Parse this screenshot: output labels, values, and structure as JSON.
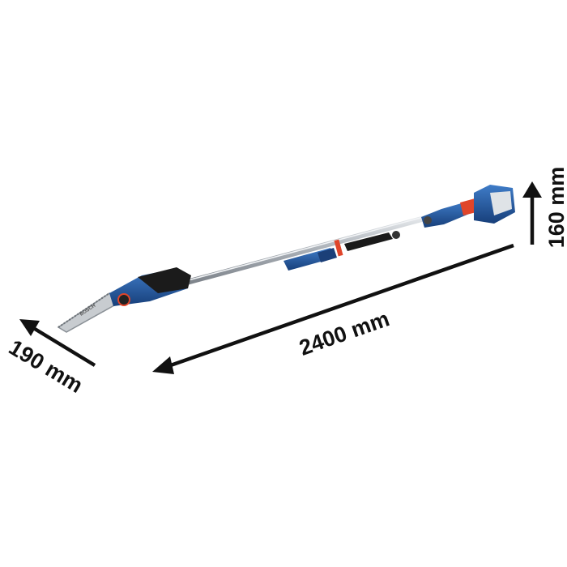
{
  "product": {
    "brand_logo": "BOSCH",
    "colors": {
      "body_blue": "#1f5aa6",
      "grip_black": "#1a1a1a",
      "pole_silver": "#b9bec4",
      "accent_red": "#e0452a"
    }
  },
  "dimensions": {
    "length": "2400 mm",
    "width": "190 mm",
    "height": "160 mm"
  }
}
